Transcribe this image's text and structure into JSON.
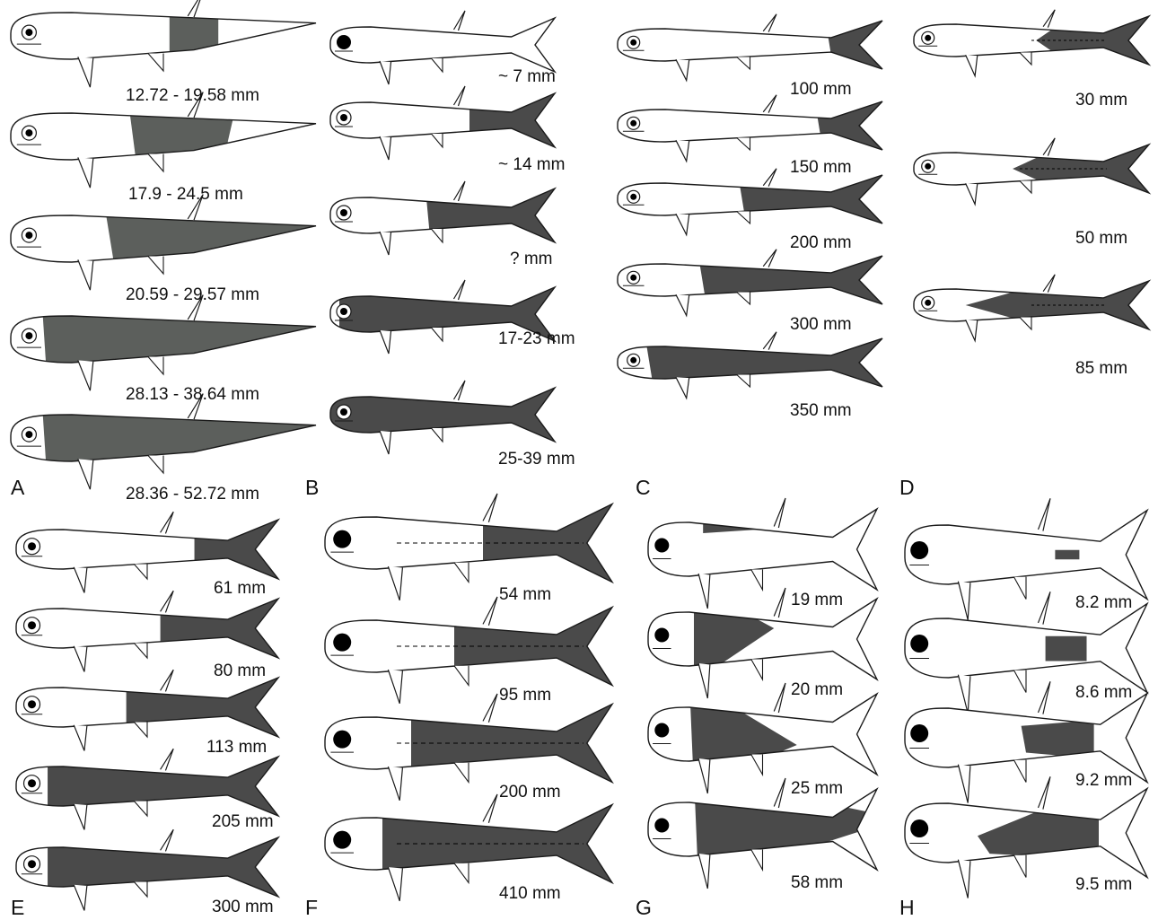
{
  "panels": [
    {
      "letter": "A",
      "sizes": [
        "12.72 - 19.58 mm",
        "17.9 - 24.5 mm",
        "20.59 - 29.57 mm",
        "28.13 - 38.64 mm",
        "28.36 -  52.72 mm"
      ]
    },
    {
      "letter": "B",
      "sizes": [
        "~ 7 mm",
        "~ 14 mm",
        "? mm",
        "17-23 mm",
        "25-39 mm"
      ]
    },
    {
      "letter": "C",
      "sizes": [
        "100 mm",
        "150 mm",
        "200 mm",
        "300 mm",
        "350 mm"
      ]
    },
    {
      "letter": "D",
      "sizes": [
        "30 mm",
        "50 mm",
        "85 mm"
      ]
    },
    {
      "letter": "E",
      "sizes": [
        "61 mm",
        "80 mm",
        "113 mm",
        "205 mm",
        "300 mm"
      ]
    },
    {
      "letter": "F",
      "sizes": [
        "54 mm",
        "95 mm",
        "200 mm",
        "410 mm"
      ]
    },
    {
      "letter": "G",
      "sizes": [
        "19 mm",
        "20 mm",
        "25 mm",
        "58 mm"
      ]
    },
    {
      "letter": "H",
      "sizes": [
        "8.2 mm",
        "8.6 mm",
        "9.2 mm",
        "9.5 mm"
      ]
    }
  ],
  "colors": {
    "pigment": "#4a4a4a",
    "pigment_a": "#5c5f5c",
    "outline": "#1a1a1a",
    "body": "#ffffff"
  }
}
